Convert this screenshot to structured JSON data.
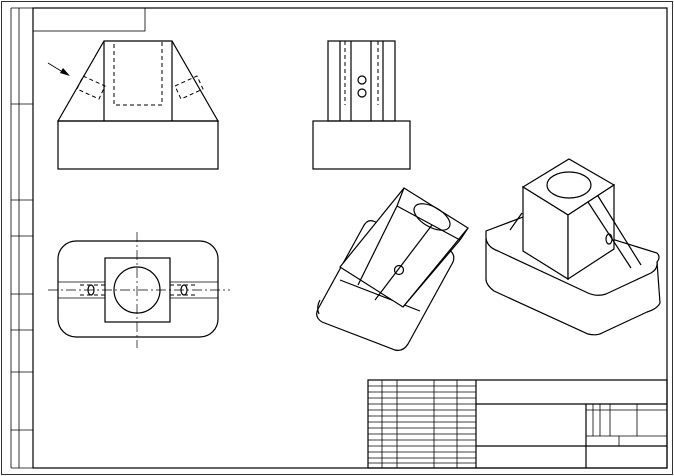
{
  "drawing": {
    "views": [
      {
        "id": "front",
        "kind": "front-view"
      },
      {
        "id": "side",
        "kind": "side-view"
      },
      {
        "id": "top",
        "kind": "top-view"
      },
      {
        "id": "iso-cut",
        "kind": "isometric-view"
      },
      {
        "id": "iso",
        "kind": "isometric-view"
      }
    ],
    "line_color": "#000000",
    "background": "#ffffff"
  }
}
